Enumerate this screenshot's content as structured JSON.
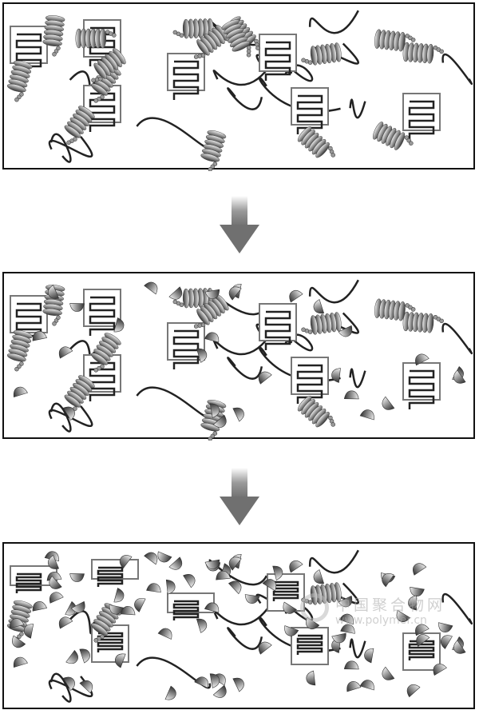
{
  "diagram": {
    "stages": [
      {
        "id": "intact",
        "label": ""
      },
      {
        "id": "partially-degraded",
        "label": ""
      },
      {
        "id": "degraded",
        "label": ""
      }
    ],
    "arrow_color": "#707070"
  },
  "watermark": {
    "name": "中国聚合物网",
    "url": "www.polymer.cn"
  }
}
